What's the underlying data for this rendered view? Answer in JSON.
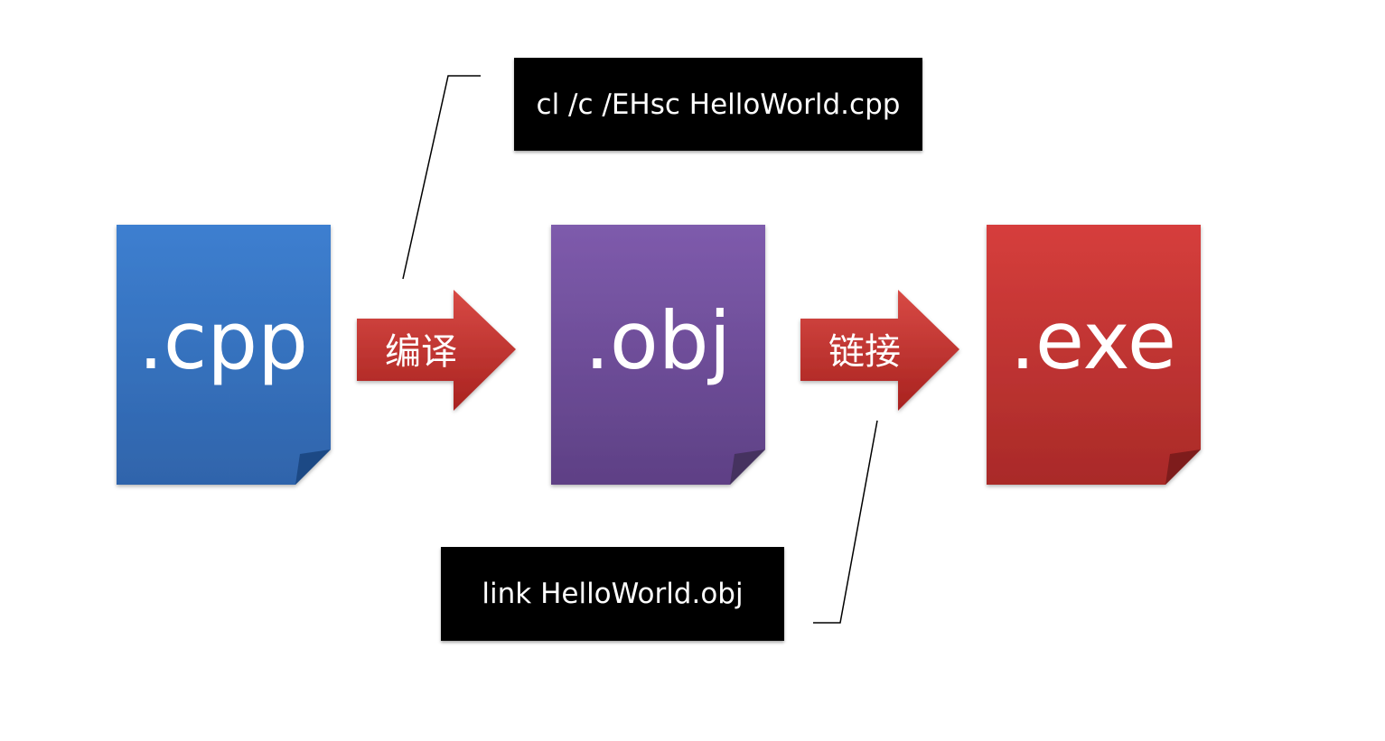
{
  "diagram": {
    "files": [
      {
        "id": "cpp",
        "label": ".cpp",
        "color": "#3a78c9",
        "color_dark": "#2f63a8"
      },
      {
        "id": "obj",
        "label": ".obj",
        "color": "#7b58a8",
        "color_dark": "#5f4186"
      },
      {
        "id": "exe",
        "label": ".exe",
        "color": "#d13b3b",
        "color_dark": "#a82a2a"
      }
    ],
    "steps": [
      {
        "id": "compile",
        "label": "编译",
        "command": "cl /c /EHsc HelloWorld.cpp"
      },
      {
        "id": "link",
        "label": "链接",
        "command": "link HelloWorld.obj"
      }
    ],
    "arrow_color": "#c8302e",
    "command_box_color": "#000000"
  }
}
